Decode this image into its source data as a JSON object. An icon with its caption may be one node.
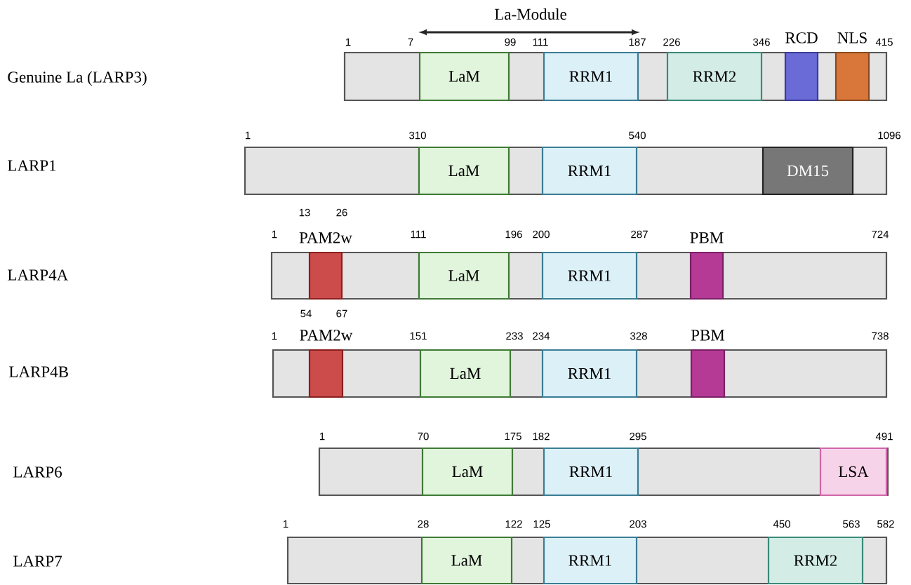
{
  "diagram": {
    "nodes": [
      {
        "text": [],
        "shape": "bar"
      },
      {
        "text": [
          "LaM"
        ],
        "in": 0
      },
      {
        "text": [
          "RRM1"
        ],
        "in": 0
      },
      {
        "text": [
          "RRM2"
        ],
        "in": 0
      },
      {
        "text": [
          "RCD"
        ],
        "in": 0
      },
      {
        "text": [
          "NLS"
        ],
        "in": 0
      },
      {
        "text": [],
        "shape": "bar"
      },
      {
        "text": [
          "LaM"
        ],
        "in": 6
      },
      {
        "text": [
          "RRM1"
        ],
        "in": 6
      },
      {
        "text": [
          "DM15"
        ],
        "in": 6
      },
      {
        "text": [],
        "shape": "bar"
      },
      {
        "text": [
          "PAM2w"
        ],
        "in": 10
      },
      {
        "text": [
          "LaM"
        ],
        "in": 10
      },
      {
        "text": [
          "RRM1"
        ],
        "in": 10
      },
      {
        "text": [
          "PBM"
        ],
        "in": 10
      },
      {
        "text": [],
        "shape": "bar"
      },
      {
        "text": [
          "PAM2w"
        ],
        "in": 15
      },
      {
        "text": [
          "LaM"
        ],
        "in": 15
      },
      {
        "text": [
          "RRM1"
        ],
        "in": 15
      },
      {
        "text": [
          "PBM"
        ],
        "in": 15
      },
      {
        "text": [],
        "shape": "bar"
      },
      {
        "text": [
          "LaM"
        ],
        "in": 20
      },
      {
        "text": [
          "RRM1"
        ],
        "in": 20
      },
      {
        "text": [
          "LSA"
        ],
        "in": 20
      },
      {
        "text": [],
        "shape": "bar"
      },
      {
        "text": [
          "LaM"
        ],
        "in": 24
      },
      {
        "text": [
          "RRM1"
        ],
        "in": 24
      },
      {
        "text": [
          "RRM2"
        ],
        "in": 24
      }
    ],
    "labels": [
      "La-Module",
      "1",
      "7",
      "99",
      "111",
      "187",
      "226",
      "346",
      "415",
      "Genuine La (LARP3)",
      "1",
      "310",
      "540",
      "1096",
      "LARP1",
      "13",
      "26",
      "1",
      "111",
      "196",
      "200",
      "287",
      "724",
      "LARP4A",
      "54",
      "67",
      "1",
      "151",
      "233",
      "234",
      "328",
      "738",
      "LARP4B",
      "1",
      "70",
      "175",
      "182",
      "295",
      "491",
      "LARP6",
      "1",
      "28",
      "122",
      "125",
      "203",
      "450",
      "563",
      "582",
      "LARP7"
    ]
  }
}
